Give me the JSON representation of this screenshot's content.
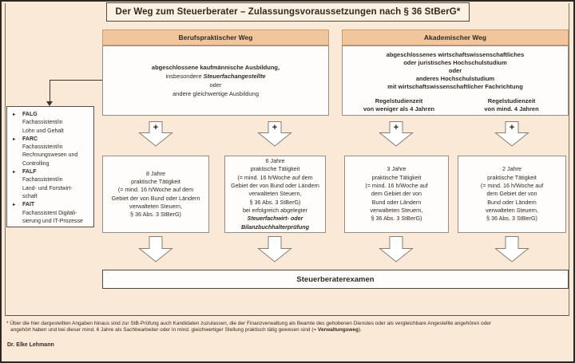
{
  "title": "Der Weg zum Steuerberater – Zulassungsvoraussetzungen nach § 36 StBerG*",
  "author": "Dr. Elke Lehmann",
  "arrows": {
    "plus": "+"
  },
  "colors": {
    "page_background": "#fbe9d8",
    "header_fill": "#f2c69d",
    "box_fill": "#fffdfb",
    "text": "#33291f"
  },
  "sidebar": {
    "bullet": "►",
    "items": [
      {
        "code": "FALG",
        "desc_lines": [
          "Fachassistent/in",
          "Lohn und Gehalt"
        ]
      },
      {
        "code": "FARC",
        "desc_lines": [
          "Fachassistent/in",
          "Rechnungswesen und",
          "Controlling"
        ]
      },
      {
        "code": "FALF",
        "desc_lines": [
          "Fachassistent/in",
          "Land- und Forstwirt-",
          "schaft"
        ]
      },
      {
        "code": "FAIT",
        "desc_lines": [
          "Fachassistent Digitali-",
          "sierung und IT-Prozesse"
        ]
      }
    ]
  },
  "professional_path": {
    "header": "Berufspraktischer Weg",
    "qualification_lines": [
      [
        {
          "t": "abgeschlossene kaufmännische Ausbildung,",
          "s": "b"
        }
      ],
      [
        {
          "t": "insbesondere ",
          "s": ""
        },
        {
          "t": "Steuerfachangestellte",
          "s": "bi"
        }
      ],
      [
        {
          "t": "oder",
          "s": ""
        }
      ],
      [
        {
          "t": "andere gleichwertige Ausbildung",
          "s": ""
        }
      ]
    ]
  },
  "academic_path": {
    "header": "Akademischer Weg",
    "qualification_lines": [
      [
        {
          "t": "abgeschlossenes wirtschaftswissenschaftliches",
          "s": "b"
        }
      ],
      [
        {
          "t": "oder juristisches Hochschulstudium",
          "s": "b"
        }
      ],
      [
        {
          "t": "oder",
          "s": "b"
        }
      ],
      [
        {
          "t": "anderes Hochschulstudium",
          "s": "b"
        }
      ],
      [
        {
          "t": "mit wirtschaftswissenschaftlicher Fachrichtung",
          "s": "b"
        }
      ]
    ],
    "study_durations": [
      {
        "lines": [
          [
            {
              "t": "Regelstudienzeit",
              "s": "b"
            }
          ],
          [
            {
              "t": "von weniger als 4 Jahren",
              "s": "b"
            }
          ]
        ]
      },
      {
        "lines": [
          [
            {
              "t": "Regelstudienzeit",
              "s": "b"
            }
          ],
          [
            {
              "t": "von mind. 4 Jahren",
              "s": "b"
            }
          ]
        ]
      }
    ]
  },
  "practice_boxes": [
    {
      "name": "8-jahre",
      "lines": [
        [
          {
            "t": "8 Jahre",
            "s": ""
          }
        ],
        [
          {
            "t": "praktische Tätigkeit",
            "s": ""
          }
        ],
        [
          {
            "t": "(= mind. 16 h/Woche auf dem",
            "s": ""
          }
        ],
        [
          {
            "t": "Gebiet der von Bund oder Ländern",
            "s": ""
          }
        ],
        [
          {
            "t": "verwalteten Steuern,",
            "s": ""
          }
        ],
        [
          {
            "t": "§ 36 Abs. 3 StBerG)",
            "s": ""
          }
        ]
      ]
    },
    {
      "name": "6-jahre",
      "lines": [
        [
          {
            "t": "6 Jahre",
            "s": ""
          }
        ],
        [
          {
            "t": "praktische Tätigkeit",
            "s": ""
          }
        ],
        [
          {
            "t": "(= mind. 16 h/Woche auf dem",
            "s": ""
          }
        ],
        [
          {
            "t": "Gebiet der von Bund oder Ländern",
            "s": ""
          }
        ],
        [
          {
            "t": "verwalteten Steuern,",
            "s": ""
          }
        ],
        [
          {
            "t": "§ 36 Abs. 3 StBerG)",
            "s": ""
          }
        ],
        [
          {
            "t": "bei erfolgreich abgelegter",
            "s": ""
          }
        ],
        [
          {
            "t": "Steuerfachwirt- oder",
            "s": "bi"
          }
        ],
        [
          {
            "t": "Bilanzbuchhalterprüfung",
            "s": "bi"
          }
        ]
      ]
    },
    {
      "name": "3-jahre",
      "lines": [
        [
          {
            "t": "3 Jahre",
            "s": ""
          }
        ],
        [
          {
            "t": "praktische Tätigkeit",
            "s": ""
          }
        ],
        [
          {
            "t": "(= mind. 16 h/Woche auf",
            "s": ""
          }
        ],
        [
          {
            "t": "dem Gebiet der von",
            "s": ""
          }
        ],
        [
          {
            "t": "Bund oder Ländern",
            "s": ""
          }
        ],
        [
          {
            "t": "verwalteten Steuern,",
            "s": ""
          }
        ],
        [
          {
            "t": "§ 36 Abs. 3 StBerG)",
            "s": ""
          }
        ]
      ]
    },
    {
      "name": "2-jahre",
      "lines": [
        [
          {
            "t": "2 Jahre",
            "s": ""
          }
        ],
        [
          {
            "t": "praktische Tätigkeit",
            "s": ""
          }
        ],
        [
          {
            "t": "(= mind. 16 h/Woche auf",
            "s": ""
          }
        ],
        [
          {
            "t": "dem Gebiet der von",
            "s": ""
          }
        ],
        [
          {
            "t": "Bund oder Ländern",
            "s": ""
          }
        ],
        [
          {
            "t": "verwalteten Steuern,",
            "s": ""
          }
        ],
        [
          {
            "t": "§ 36 Abs. 3 StBerG)",
            "s": ""
          }
        ]
      ]
    }
  ],
  "exam_label": "Steuerberaterexamen",
  "footnote": {
    "line1": "* Über die hier dargestellten Angaben hinaus sind zur StB-Prüfung auch Kandidaten zuzulassen, die der Finanzverwaltung als Beamte des gehobenen Dienstes oder als vergleichbare Angestellte angehören oder",
    "line2_prefix": "angehört haben und bei dieser mind. 6 Jahre als Sachbearbeiter oder in mind. gleichwertiger Stellung praktisch tätig gewesen sind (= ",
    "line2_bold": "Verwaltungsweg",
    "line2_suffix": ")."
  }
}
